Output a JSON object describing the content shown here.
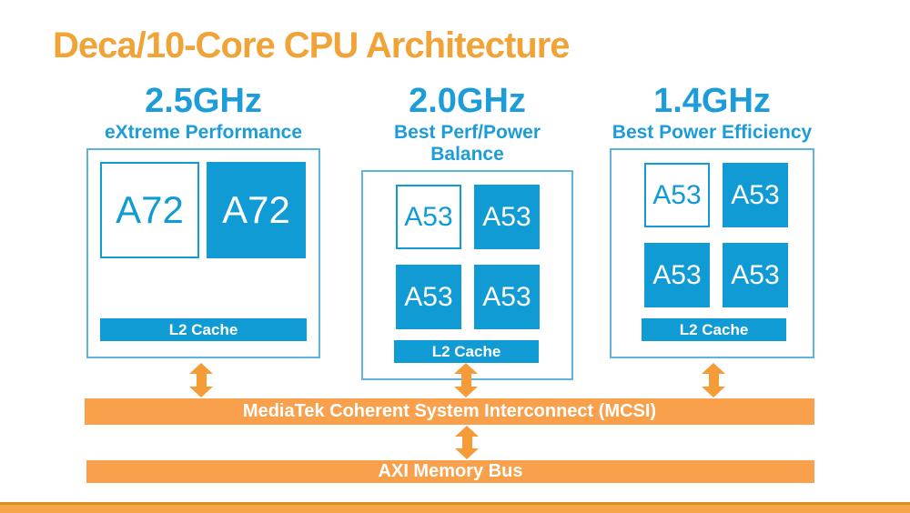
{
  "title": "Deca/10-Core CPU Architecture",
  "colors": {
    "blue_fill": "#119BD4",
    "blue_text": "#1C9DD9",
    "blue_box_border": "#5FB4DC",
    "title_orange": "#F0A437",
    "arrow_orange": "#F59B38",
    "bus_orange": "#F8A04C",
    "strip_dark_orange": "#D89020",
    "strip_light_orange": "#F7A647"
  },
  "clusters": [
    {
      "frequency": "2.5GHz",
      "subtitle": "eXtreme Performance",
      "l2_label": "L2 Cache",
      "cores": [
        {
          "label": "A72",
          "style": "outline"
        },
        {
          "label": "A72",
          "style": "solid"
        }
      ]
    },
    {
      "frequency": "2.0GHz",
      "subtitle": "Best Perf/Power Balance",
      "l2_label": "L2 Cache",
      "cores": [
        {
          "label": "A53",
          "style": "outline"
        },
        {
          "label": "A53",
          "style": "solid"
        },
        {
          "label": "A53",
          "style": "solid"
        },
        {
          "label": "A53",
          "style": "solid"
        }
      ]
    },
    {
      "frequency": "1.4GHz",
      "subtitle": "Best Power Efficiency",
      "l2_label": "L2 Cache",
      "cores": [
        {
          "label": "A53",
          "style": "outline"
        },
        {
          "label": "A53",
          "style": "solid"
        },
        {
          "label": "A53",
          "style": "solid"
        },
        {
          "label": "A53",
          "style": "solid"
        }
      ]
    }
  ],
  "buses": {
    "mcsi_label": "MediaTek Coherent System Interconnect (MCSI)",
    "axi_label": "AXI Memory Bus"
  }
}
